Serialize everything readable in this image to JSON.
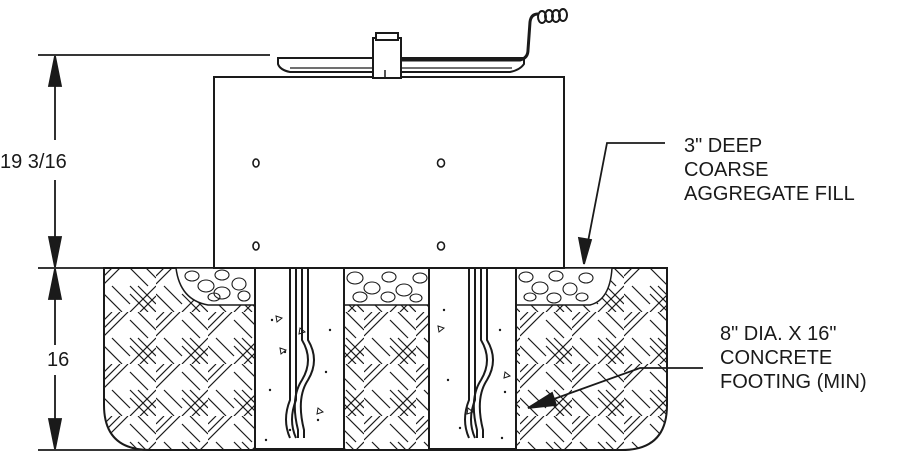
{
  "dimensions": {
    "upper": "19 3/16",
    "lower": "16"
  },
  "callouts": {
    "aggregate": [
      "3\" DEEP",
      "COARSE",
      "AGGREGATE FILL"
    ],
    "footing": [
      "8\" DIA. X 16\"",
      "CONCRETE",
      "FOOTING (MIN)"
    ]
  },
  "colors": {
    "line": "#1a1a1a",
    "background": "#ffffff"
  }
}
